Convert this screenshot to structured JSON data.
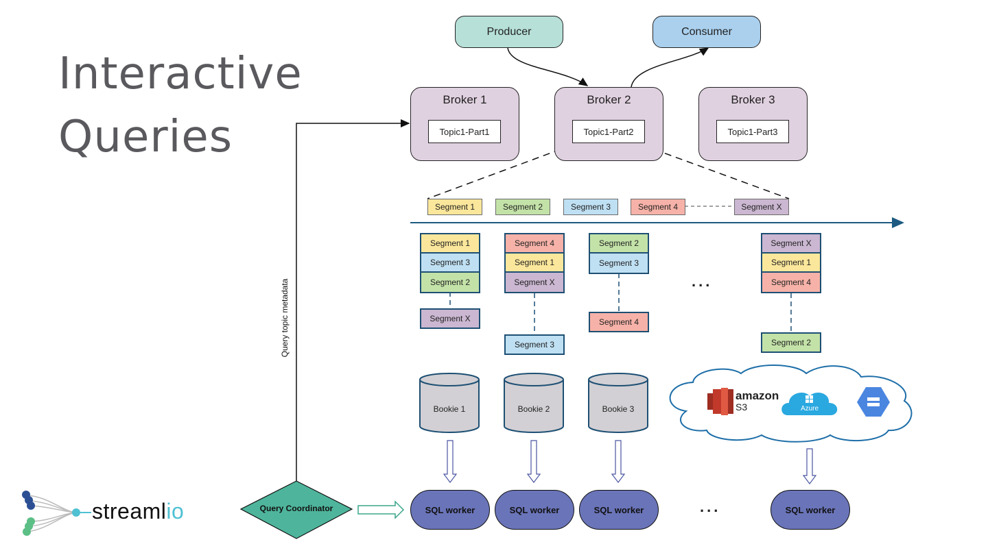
{
  "slide": {
    "title_line1": "Interactive",
    "title_line2": "Queries"
  },
  "clients": {
    "producer": "Producer",
    "consumer": "Consumer",
    "producer_color": "#b6e0d8",
    "consumer_color": "#aad0ee"
  },
  "brokers": [
    {
      "label": "Broker 1",
      "topic": "Topic1-Part1"
    },
    {
      "label": "Broker 2",
      "topic": "Topic1-Part2"
    },
    {
      "label": "Broker 3",
      "topic": "Topic1-Part3"
    }
  ],
  "segment_colors": {
    "Segment 1": "#fbe79b",
    "Segment 2": "#c3e2a8",
    "Segment 3": "#bfe0f3",
    "Segment 4": "#f6b2a8",
    "Segment X": "#cbb7d1"
  },
  "timeline_segments": [
    "Segment 1",
    "Segment 2",
    "Segment 3",
    "Segment 4",
    "Segment X"
  ],
  "bookie_columns": [
    {
      "stack": [
        "Segment 1",
        "Segment 3",
        "Segment 2"
      ],
      "tail": "Segment X"
    },
    {
      "stack": [
        "Segment 4",
        "Segment 1",
        "Segment X"
      ],
      "tail": "Segment 3"
    },
    {
      "stack": [
        "Segment 2",
        "Segment 3"
      ],
      "tail": "Segment 4"
    },
    {
      "stack": [
        "Segment X",
        "Segment 1",
        "Segment 4"
      ],
      "tail": "Segment 2"
    }
  ],
  "ellipsis": "...",
  "bookies": [
    "Bookie 1",
    "Bookie 2",
    "Bookie 3"
  ],
  "cloud_storage": {
    "amazon_label": "amazon",
    "amazon_sub": "S3",
    "azure_label": "Azure",
    "gcs_icon": "google-cloud-storage-icon"
  },
  "workers": [
    "SQL worker",
    "SQL worker",
    "SQL worker",
    "SQL worker"
  ],
  "coordinator": {
    "label": "Query Coordinator",
    "color": "#4eb59c"
  },
  "edge_label": "Query topic metadata",
  "logo": {
    "text_main": "streaml",
    "text_accent": "io"
  }
}
